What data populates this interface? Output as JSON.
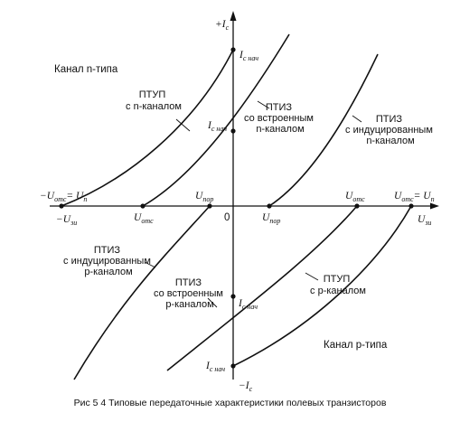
{
  "axes": {
    "y_pos": "+I",
    "y_pos_sub": "с",
    "y_neg": "−I",
    "y_neg_sub": "с",
    "x_pos": "U",
    "x_pos_sub": "зи",
    "x_neg": "−U",
    "x_neg_sub": "зи",
    "origin": "0"
  },
  "regions": {
    "n_type_label": "Канал n-типа",
    "p_type_label": "Канал p-типа"
  },
  "curve_labels": {
    "ptup_n": [
      "ПТУП",
      "с n-каналом"
    ],
    "ptiz_built_n": [
      "ПТИЗ",
      "со встроенным",
      "n-каналом"
    ],
    "ptiz_ind_n": [
      "ПТИЗ",
      "с индуцированным",
      "n-каналом"
    ],
    "ptiz_ind_p": [
      "ПТИЗ",
      "с индуцированным",
      "p-каналом"
    ],
    "ptiz_built_p": [
      "ПТИЗ",
      "со встроенным",
      "p-каналом"
    ],
    "ptup_p": [
      "ПТУП",
      "с p-каналом"
    ]
  },
  "point_labels": {
    "i_start": "I",
    "i_start_sub": "с нач",
    "u_ots": "U",
    "u_ots_sub": "отс",
    "u_por": "U",
    "u_por_sub": "пор",
    "neg_uots_eq": "−U",
    "neg_uots_eq_sub": "отс",
    "uots_eq": "U",
    "uots_eq_sub": "отс",
    "eq_rhs": "= U",
    "eq_rhs_sub": "п"
  },
  "caption": "Рис 5 4  Типовые передаточные характеристики полевых транзисторов"
}
